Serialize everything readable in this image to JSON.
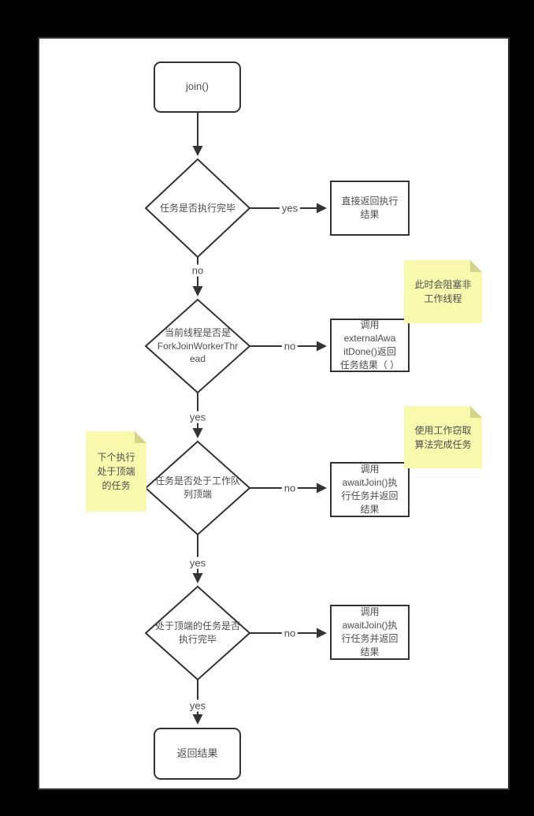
{
  "title": "join() flowchart",
  "colors": {
    "page_bg": "#000000",
    "canvas_bg": "#ffffff",
    "shape_stroke": "#333333",
    "text": "#4d4d4d",
    "note_fill": "#f9f9ae",
    "note_fold": "#d4d488"
  },
  "nodes": {
    "start": "join()",
    "decision1": "任务是否执行完毕",
    "process1": "直接返回执行\n结果",
    "decision2": "当前线程是否是\nForkJoinWorkerThr\nead",
    "process2": "调用\nexternalAwa\nitDone()返回\n任务结果（ ）",
    "decision3": "任务是否处于工作队\n列顶端",
    "process3": "调用\nawaitJoin()执\n行任务并返回\n结果",
    "decision4": "处于顶端的任务是否\n执行完毕",
    "process4": "调用\nawaitJoin()执\n行任务并返回\n结果",
    "end": "返回结果"
  },
  "notes": {
    "blocking": "此时会阻塞非\n工作线程",
    "next_top": "下个执行\n处于顶端\n的任务",
    "steal": "使用工作窃取\n算法完成任务"
  },
  "edges": {
    "d1_yes": "yes",
    "d1_no": "no",
    "d2_no": "no",
    "d2_yes": "yes",
    "d3_no": "no",
    "d3_yes": "yes",
    "d4_no": "no",
    "d4_yes": "yes"
  }
}
